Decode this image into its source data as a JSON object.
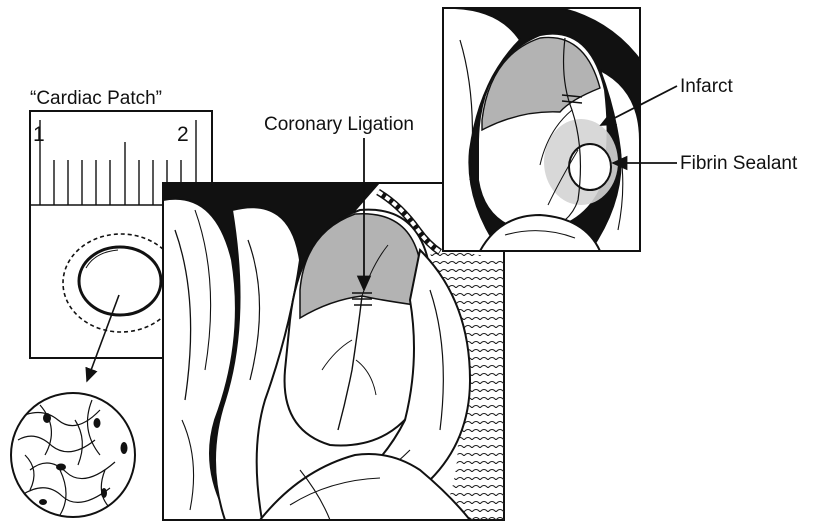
{
  "labels": {
    "cardiac_patch": "“Cardiac Patch”",
    "coronary_ligation": "Coronary Ligation",
    "infarct": "Infarct",
    "fibrin_sealant": "Fibrin Sealant"
  },
  "ruler": {
    "tick_1": "1",
    "tick_2": "2"
  },
  "colors": {
    "ink": "#111111",
    "infarct_shade": "#b3b3b3",
    "sealant_shade": "#d4d4d4",
    "paper": "#ffffff"
  }
}
